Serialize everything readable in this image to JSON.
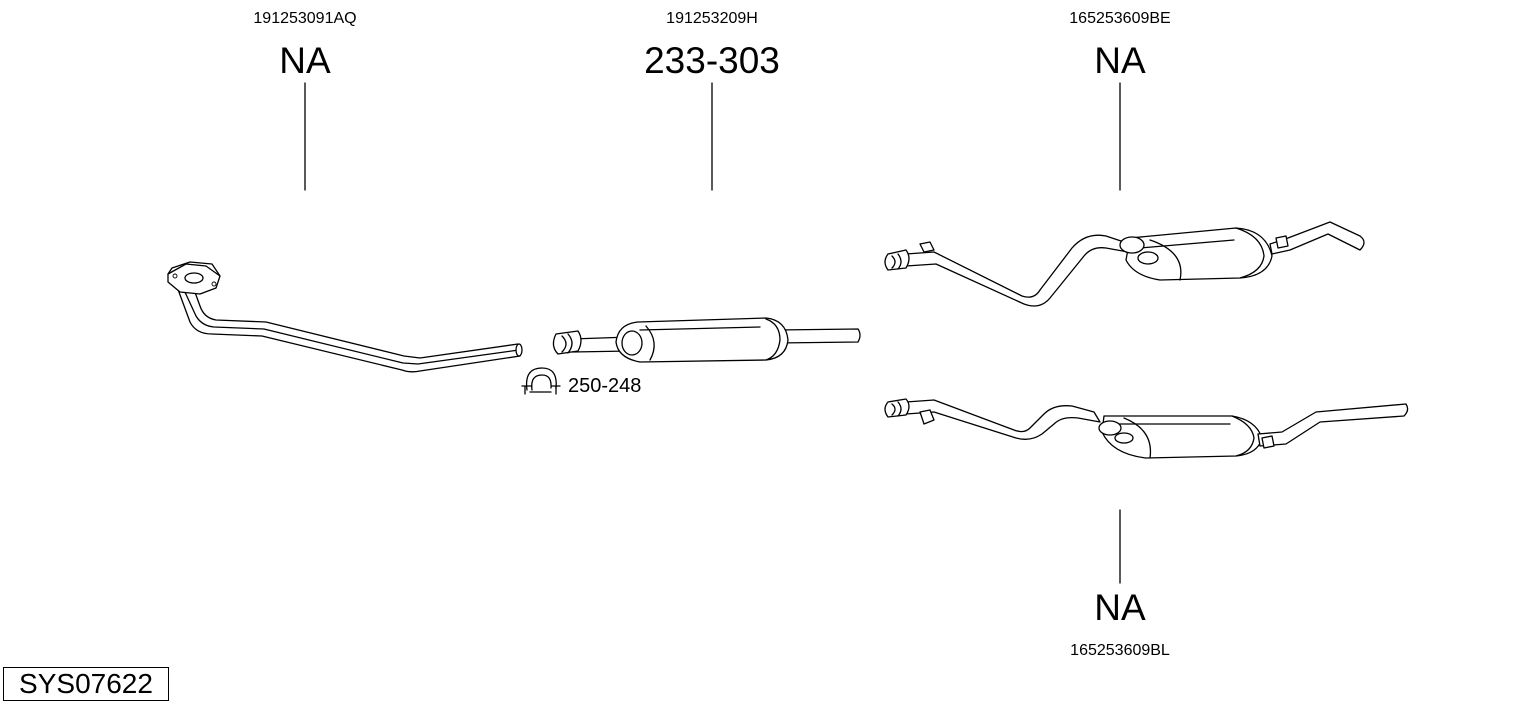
{
  "parts": [
    {
      "oem": "191253091AQ",
      "number": "NA"
    },
    {
      "oem": "191253209H",
      "number": "233-303"
    },
    {
      "oem": "165253609BE",
      "number": "NA"
    },
    {
      "oem": "165253609BL",
      "number": "NA"
    }
  ],
  "clamp": {
    "number": "250-248"
  },
  "system_id": "SYS07622"
}
